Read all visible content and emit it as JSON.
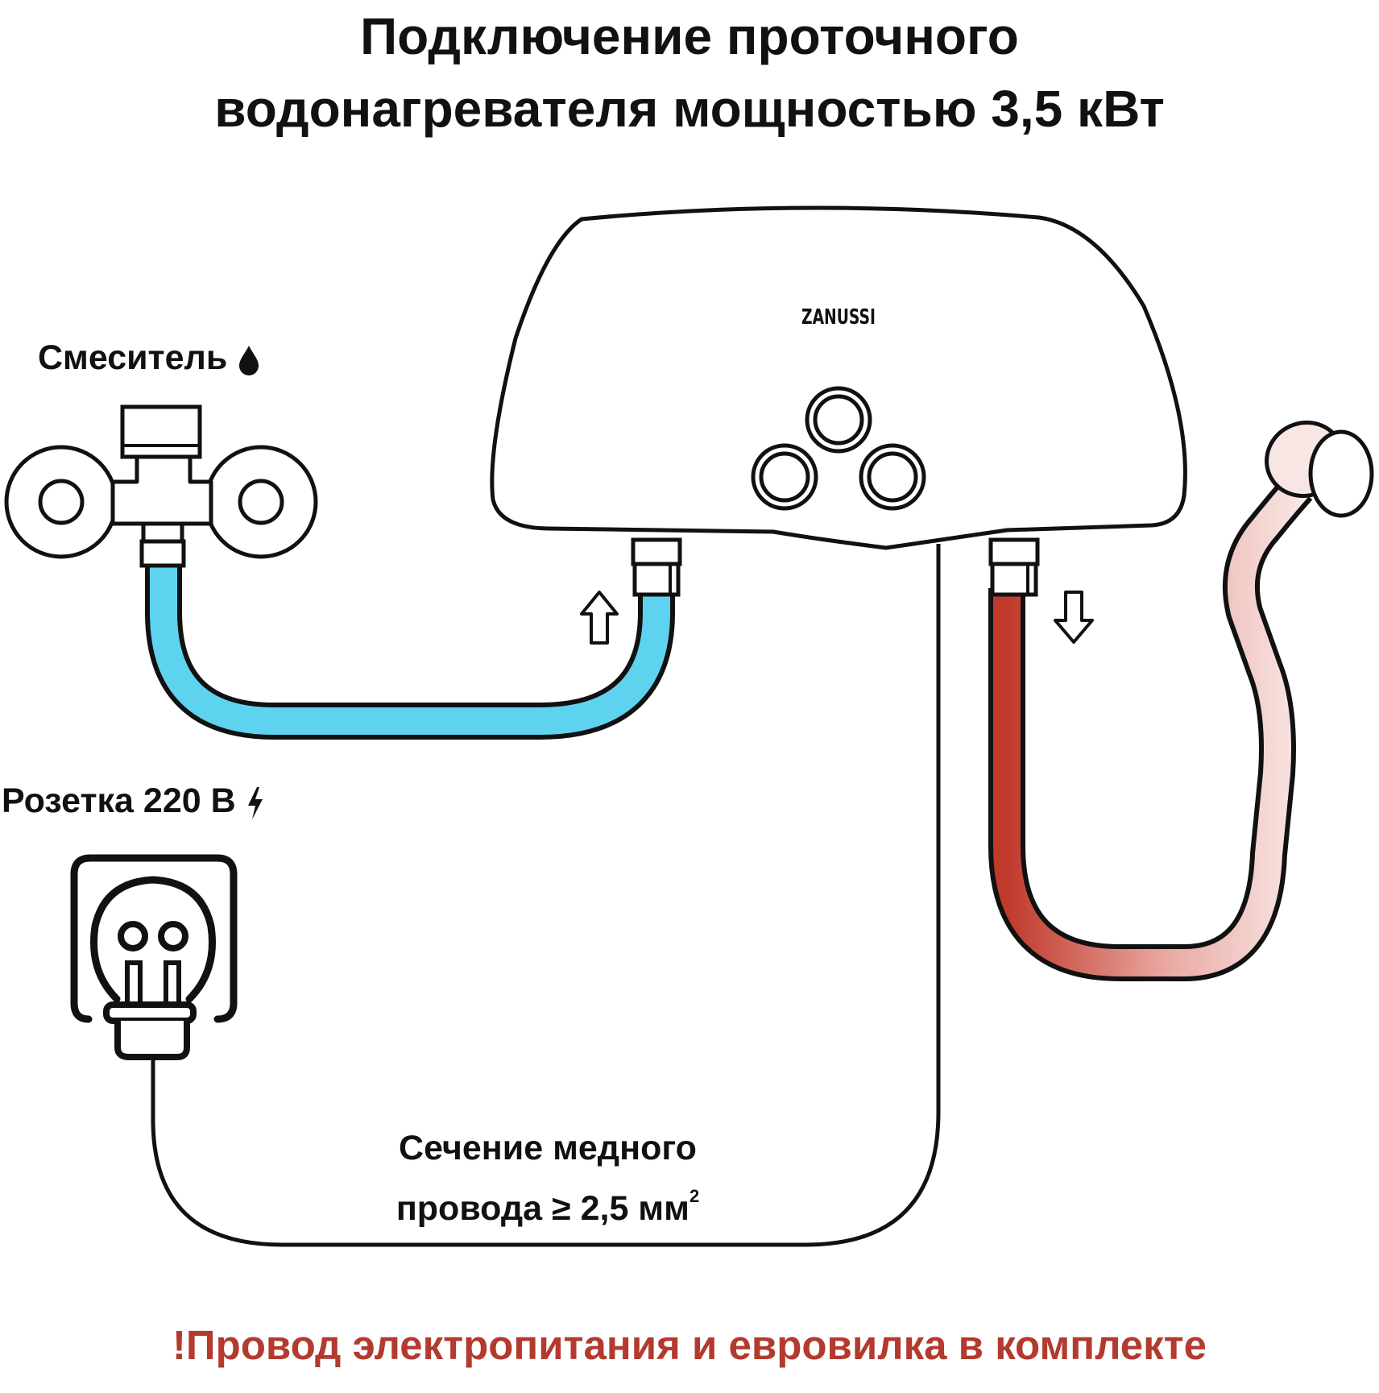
{
  "title": {
    "line1": "Подключение проточного",
    "line2": "водонагревателя мощностью 3,5 кВт"
  },
  "labels": {
    "mixer": "Смеситель",
    "socket": "Розетка 220 В",
    "wire_line1": "Сечение медного",
    "wire_line2": "провода ≥ 2,5 мм",
    "wire_sup": "2",
    "brand": "ZANUSSI"
  },
  "note": "!Провод электропитания и евровилка в комплекте",
  "colors": {
    "cold_hose": "#5ed3ef",
    "hot_hose": "#c0392b",
    "shower_hose": "#f4d6d6",
    "note_text": "#b33a2e",
    "outline": "#111111"
  },
  "icons": {
    "mixer": "water-drop-icon",
    "socket": "lightning-icon"
  }
}
